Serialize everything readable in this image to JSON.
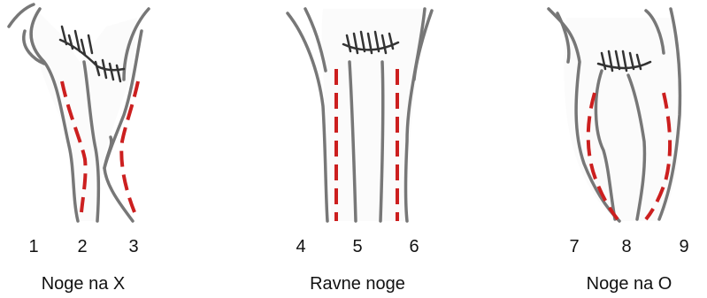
{
  "colors": {
    "guide_line": "#cc1f1f",
    "leg_outline": "#777777",
    "hair": "#333333"
  },
  "panels": [
    {
      "caption": "Noge na X",
      "numbers": [
        "1",
        "2",
        "3"
      ]
    },
    {
      "caption": "Ravne noge",
      "numbers": [
        "4",
        "5",
        "6"
      ]
    },
    {
      "caption": "Noge na O",
      "numbers": [
        "7",
        "8",
        "9"
      ]
    }
  ]
}
